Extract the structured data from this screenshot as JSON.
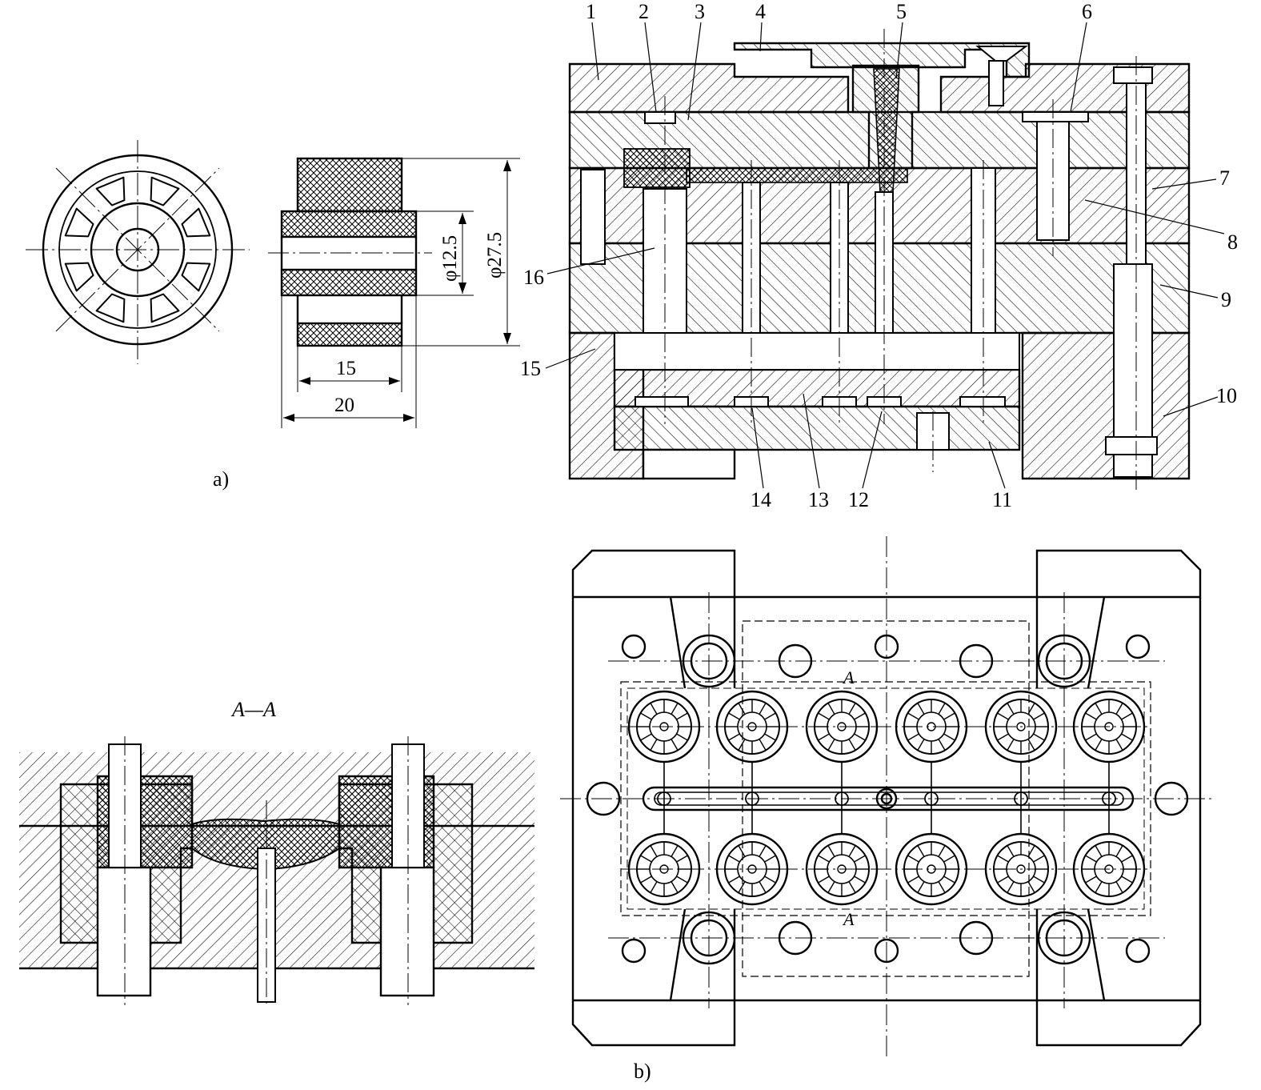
{
  "figure": {
    "subfig_a_caption": "a)",
    "subfig_b_caption": "b)",
    "section_title": "A—A",
    "section_mark_top": "A",
    "section_mark_bottom": "A"
  },
  "part_dimensions": {
    "inner_diameter": "φ12.5",
    "outer_diameter": "φ27.5",
    "step_length": "15",
    "total_length": "20"
  },
  "callouts": [
    "1",
    "2",
    "3",
    "4",
    "5",
    "6",
    "7",
    "8",
    "9",
    "10",
    "11",
    "12",
    "13",
    "14",
    "15",
    "16"
  ]
}
